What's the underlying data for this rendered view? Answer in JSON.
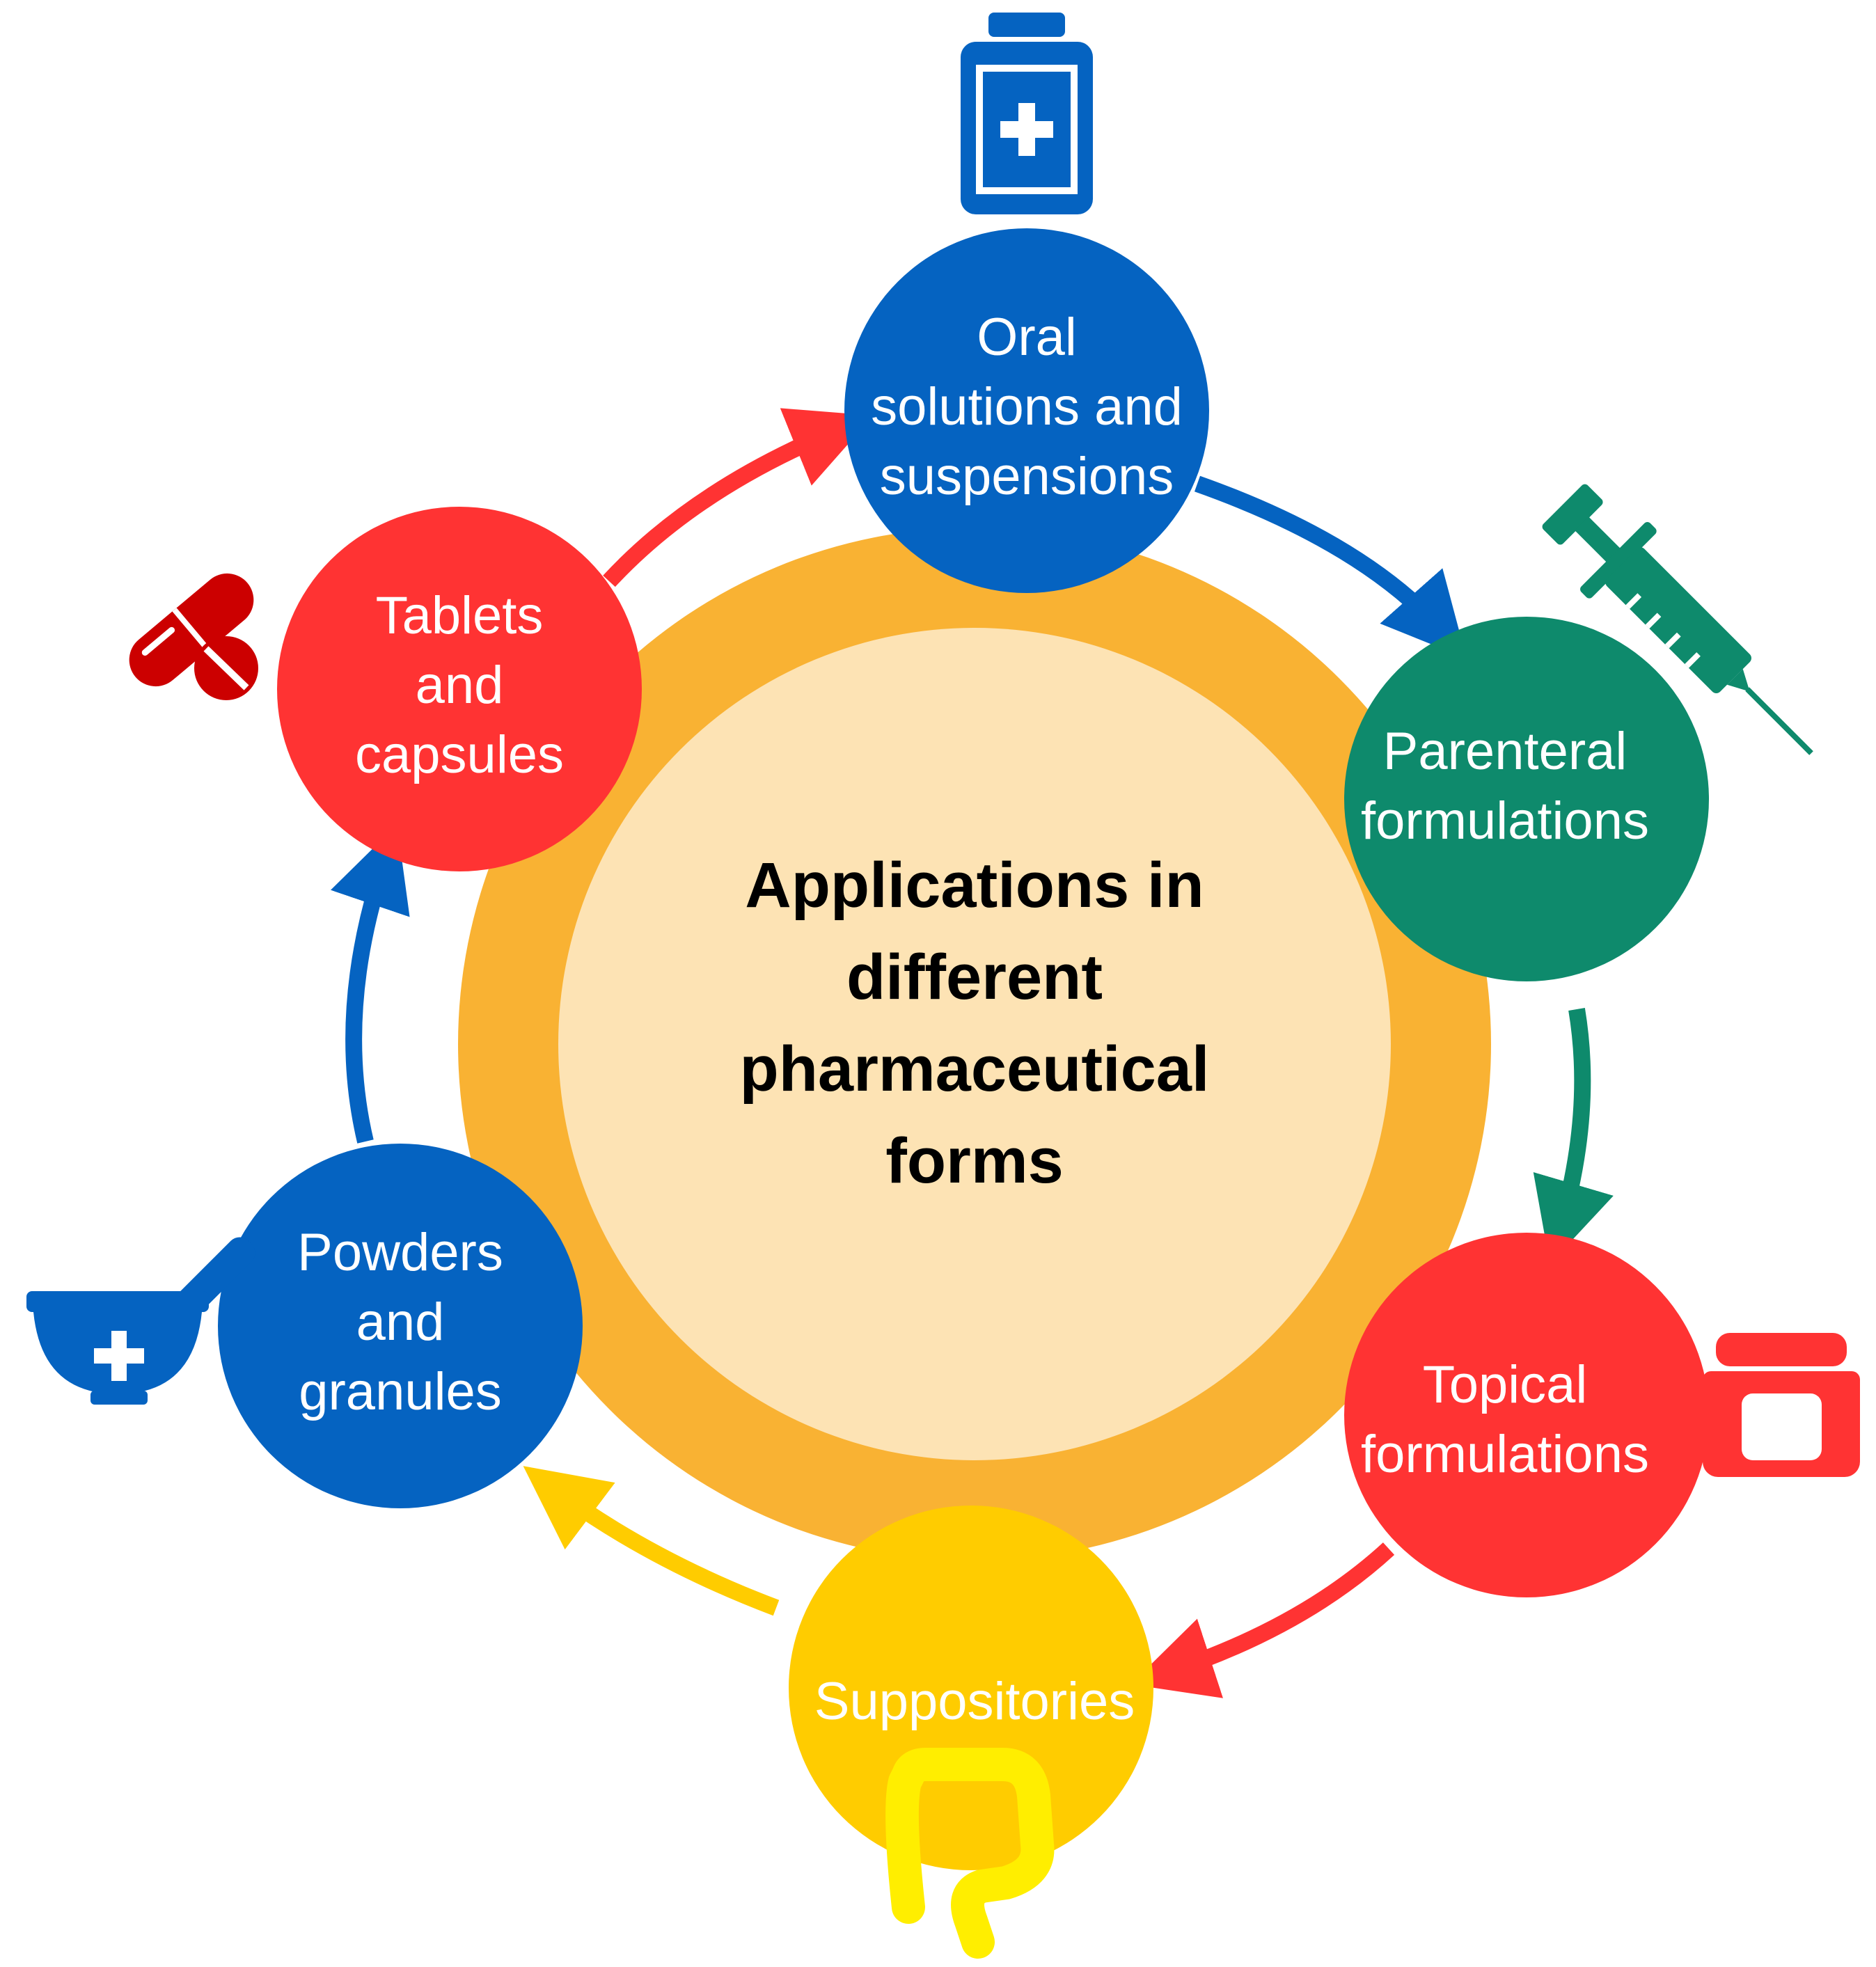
{
  "center": {
    "title": "Applications  in\ndifferent\npharmaceutical\nforms",
    "outer_color": "#F9B233",
    "inner_color": "#FDE3B4"
  },
  "nodes": [
    {
      "id": "oral",
      "label": "Oral\nsolutions and\nsuspensions",
      "color": "#0563C1",
      "icon": "medicine-bottle-icon"
    },
    {
      "id": "parenteral",
      "label": "Parenteral\nformulations",
      "color": "#0E8A6C",
      "icon": "syringe-icon"
    },
    {
      "id": "topical",
      "label": "Topical\nformulations",
      "color": "#FF3333",
      "icon": "ointment-jar-icon"
    },
    {
      "id": "suppositories",
      "label": "Suppositories",
      "color": "#FFCC00",
      "icon": "intestine-icon"
    },
    {
      "id": "powders",
      "label": "Powders\nand\ngranules",
      "color": "#0563C1",
      "icon": "mortar-pestle-icon"
    },
    {
      "id": "tablets",
      "label": "Tablets\nand\ncapsules",
      "color": "#FF3333",
      "icon": "pills-icon"
    }
  ],
  "arrows": [
    {
      "from": "tablets",
      "to": "oral",
      "color": "#FF3333"
    },
    {
      "from": "oral",
      "to": "parenteral",
      "color": "#0563C1"
    },
    {
      "from": "parenteral",
      "to": "topical",
      "color": "#0E8A6C"
    },
    {
      "from": "topical",
      "to": "suppositories",
      "color": "#FF3333"
    },
    {
      "from": "suppositories",
      "to": "powders",
      "color": "#FFCC00"
    },
    {
      "from": "powders",
      "to": "tablets",
      "color": "#0563C1"
    }
  ]
}
